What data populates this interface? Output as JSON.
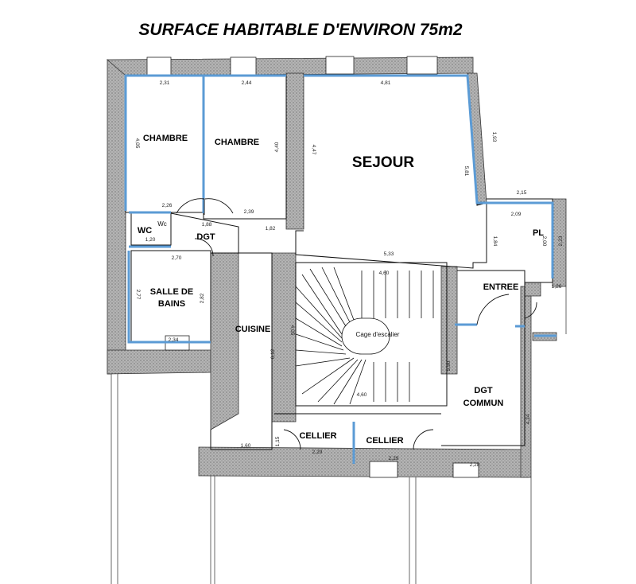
{
  "title": "SURFACE HABITABLE D'ENVIRON 75m2",
  "rooms": {
    "chambre_1": "CHAMBRE",
    "chambre_2": "CHAMBRE",
    "sejour": "SEJOUR",
    "wc": "WC",
    "wc_small": "Wc",
    "dgt": "DGT",
    "pl": "PL",
    "salle_de_bains_line1": "SALLE DE",
    "salle_de_bains_line2": "BAINS",
    "cuisine": "CUISINE",
    "entree": "ENTREE",
    "cage_escalier": "Cage d'escalier",
    "dgt_commun_line1": "DGT",
    "dgt_commun_line2": "COMMUN",
    "cellier_1": "CELLIER",
    "cellier_2": "CELLIER"
  },
  "dimensions": {
    "chambre1_width": "2,31",
    "chambre2_width": "2,44",
    "sejour_width": "4,81",
    "chambre1_height": "4,05",
    "chambre2_height": "4,40",
    "sejour_left_height": "4,47",
    "sejour_right_height": "5,81",
    "sejour_top_right": "1,93",
    "chambre1_bottom": "2,26",
    "chambre2_bottom": "2,39",
    "dgt_top": "1,88",
    "dgt_bottom": "1,82",
    "ext_2_15": "2,15",
    "pl_width": "2,09",
    "pl_height": "2,00",
    "pl_outer_height": "2,23",
    "entree_1_84": "1,84",
    "wc_width": "1,20",
    "stair_top": "5,33",
    "stair_inner_top": "4,60",
    "stair_inner_bottom": "4,60",
    "stair_left": "4,05",
    "kitchen_length": "6,12",
    "bath_top": "2,70",
    "bath_left": "2,77",
    "bath_right": "2,82",
    "bath_bottom": "2,34",
    "dgt_commun_height": "5,90",
    "right_4_24": "4,24",
    "entree_1_26": "1,26",
    "kitchen_bottom": "1,60",
    "cellier1_width": "2,29",
    "cellier2_width": "2,29",
    "cellier_1_15": "1,15",
    "dgt_commun_bottom": "2,28"
  },
  "colors": {
    "wall": "#8c8c8c",
    "wall_hatch": "#444444",
    "insulation_blue": "#5b9bd5",
    "line": "#111111"
  }
}
